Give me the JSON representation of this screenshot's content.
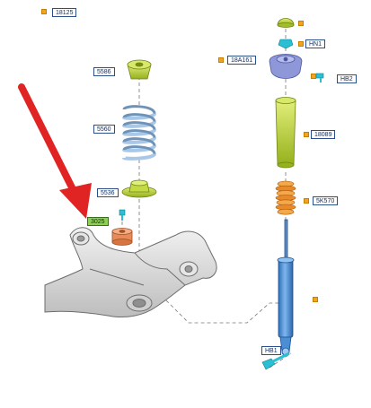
{
  "labels": {
    "top_left": "18125",
    "spring_seat_upper": "5586",
    "coil_spring": "5560",
    "spring_seat_lower": "5536",
    "bump_stop_left": "3025",
    "top_nut": "HN1",
    "top_mount": "18A161",
    "mount_bolt": "HB2",
    "dust_boot": "18089",
    "bump_stop_right": "5K570",
    "lower_bolt": "HB1"
  },
  "colors": {
    "part_yellow_green": "#b9d43a",
    "spring_blue": "#a9c7e6",
    "shock_blue": "#4a8fd6",
    "mount_purple": "#8e98d8",
    "pad_orange": "#e98a5a",
    "arrow_red": "#e02424",
    "marker_orange": "#f2a51c",
    "subframe_grey": "#d9d9d9"
  }
}
